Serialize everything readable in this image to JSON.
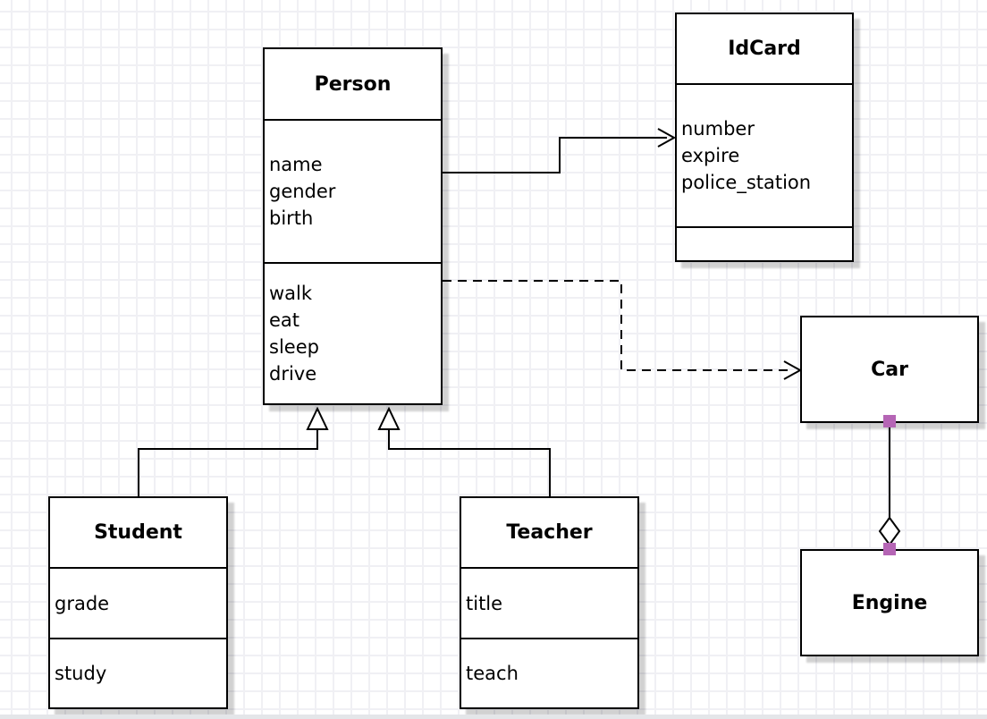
{
  "diagram": {
    "type": "uml-class-diagram",
    "classes": {
      "person": {
        "title": "Person",
        "attributes": [
          "name",
          "gender",
          "birth"
        ],
        "methods": [
          "walk",
          "eat",
          "sleep",
          "drive"
        ]
      },
      "idcard": {
        "title": "IdCard",
        "attributes": [
          "number",
          "expire",
          "police_station"
        ],
        "methods": []
      },
      "student": {
        "title": "Student",
        "attributes": [
          "grade"
        ],
        "methods": [
          "study"
        ]
      },
      "teacher": {
        "title": "Teacher",
        "attributes": [
          "title"
        ],
        "methods": [
          "teach"
        ]
      },
      "car": {
        "title": "Car"
      },
      "engine": {
        "title": "Engine"
      }
    },
    "relations": [
      {
        "from": "Person",
        "to": "IdCard",
        "type": "association",
        "line": "solid",
        "arrowhead": "open"
      },
      {
        "from": "Person",
        "to": "Car",
        "type": "dependency",
        "line": "dashed",
        "arrowhead": "open"
      },
      {
        "from": "Student",
        "to": "Person",
        "type": "generalization",
        "line": "solid",
        "arrowhead": "hollow-triangle"
      },
      {
        "from": "Teacher",
        "to": "Person",
        "type": "generalization",
        "line": "solid",
        "arrowhead": "hollow-triangle"
      },
      {
        "from": "Car",
        "to": "Engine",
        "type": "aggregation",
        "line": "solid",
        "arrowhead": "hollow-diamond"
      }
    ],
    "colors": {
      "box_border": "#000000",
      "box_fill": "#ffffff",
      "box_shadow": "#c8c8c8",
      "grid_line": "#f0f0f4",
      "endpoint_handle": "#b565b5"
    }
  }
}
